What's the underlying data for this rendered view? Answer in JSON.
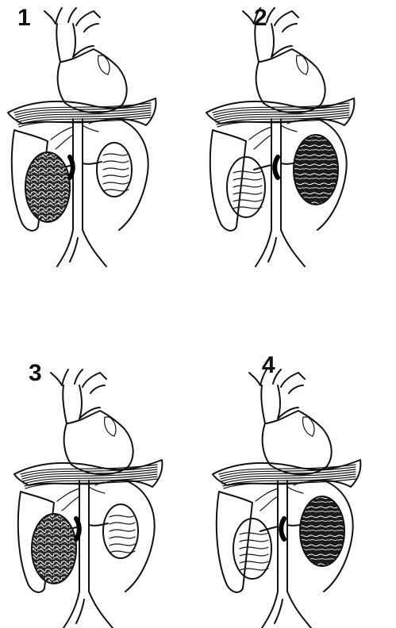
{
  "panels": [
    {
      "number": "1",
      "tumor_side": "left"
    },
    {
      "number": "2",
      "tumor_side": "right"
    },
    {
      "number": "3",
      "tumor_side": "left"
    },
    {
      "number": "4",
      "tumor_side": "right"
    }
  ],
  "colors": {
    "ink": "#111111",
    "background": "#ffffff"
  }
}
